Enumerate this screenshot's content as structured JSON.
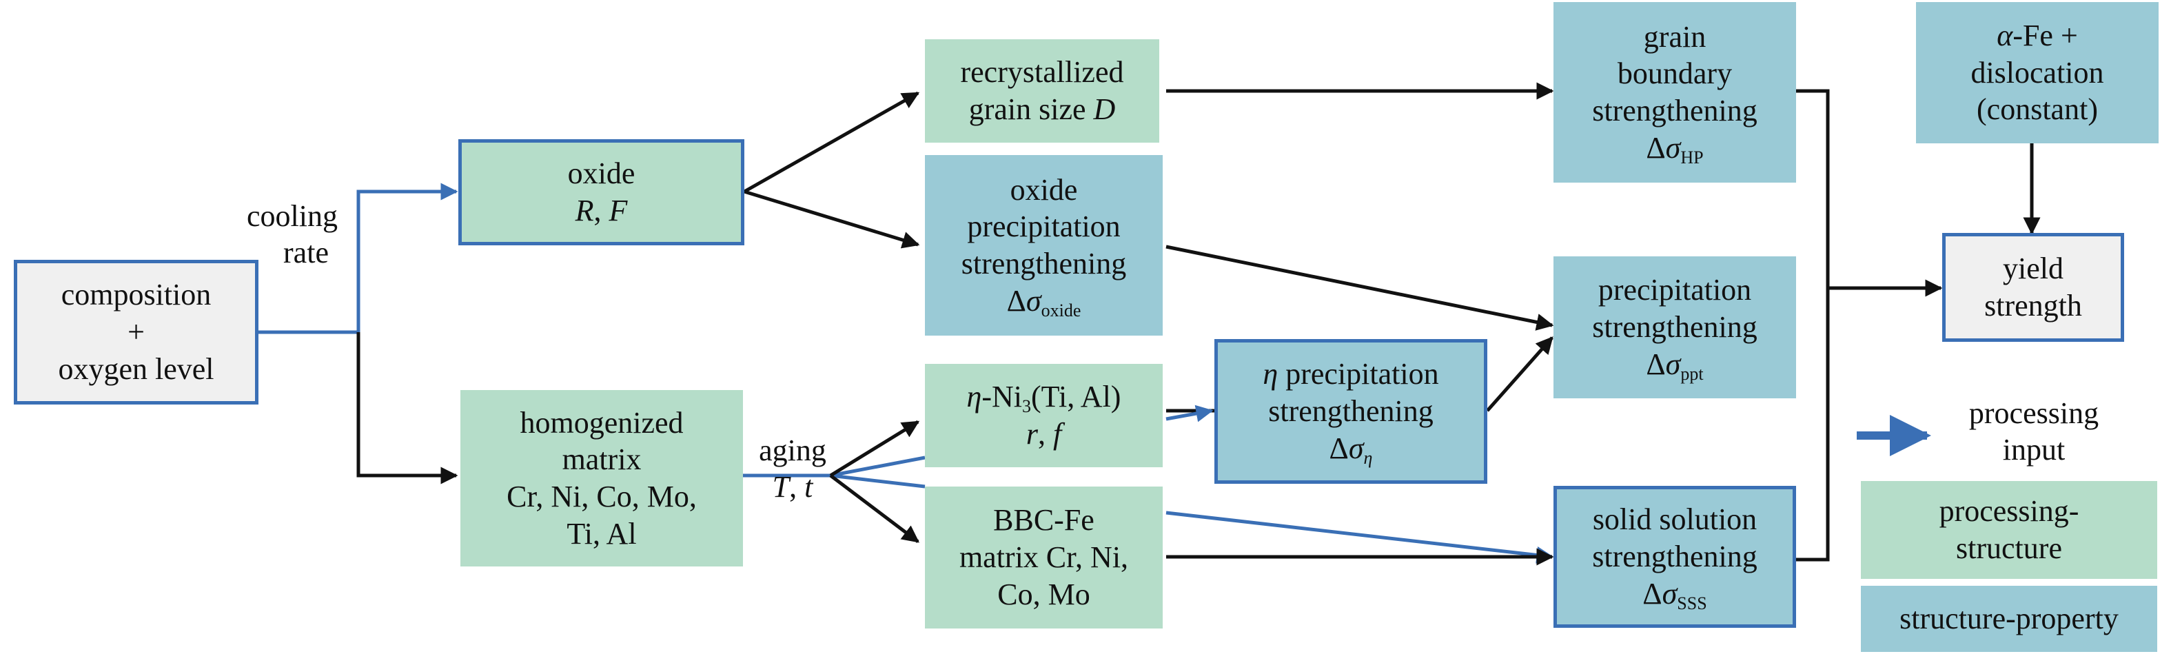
{
  "nodes": {
    "composition": {
      "l1": "composition",
      "l2": "+",
      "l3": "oxygen level"
    },
    "oxide": {
      "l1": "oxide",
      "l2_a": "R",
      "l2_sep": ", ",
      "l2_b": "F"
    },
    "matrix": {
      "l1": "homogenized",
      "l2": "matrix",
      "l3": "Cr, Ni, Co, Mo,",
      "l4": "Ti, Al"
    },
    "grain_size": {
      "l1": "recrystallized",
      "l2_text": "grain size ",
      "l2_var": "D"
    },
    "oxide_strength": {
      "l1": "oxide",
      "l2": "precipitation",
      "l3": "strengthening",
      "l4_delta": "Δ",
      "l4_sigma": "σ",
      "l4_sub": "oxide"
    },
    "eta": {
      "l1_var": "η",
      "l1_a": "-Ni",
      "l1_sub": "3",
      "l1_b": "(Ti, Al)",
      "l2_a": "r",
      "l2_sep": ", ",
      "l2_b": "f"
    },
    "bcc": {
      "l1": "BBC-Fe",
      "l2": "matrix Cr, Ni,",
      "l3": "Co, Mo"
    },
    "eta_strength": {
      "l1_var": "η",
      "l1_text": " precipitation",
      "l2": "strengthening",
      "l3_delta": "Δ",
      "l3_sigma": "σ",
      "l3_sub": "η"
    },
    "grain_boundary": {
      "l1": "grain",
      "l2": "boundary",
      "l3": "strengthening",
      "l4_delta": "Δ",
      "l4_sigma": "σ",
      "l4_sub": "HP"
    },
    "precipitation": {
      "l1": "precipitation",
      "l2": "strengthening",
      "l3_delta": "Δ",
      "l3_sigma": "σ",
      "l3_sub": "ppt"
    },
    "solid_solution": {
      "l1": "solid solution",
      "l2": "strengthening",
      "l3_delta": "Δ",
      "l3_sigma": "σ",
      "l3_sub": "SSS"
    },
    "alpha_fe": {
      "l1_var": "α",
      "l1_text": "-Fe +",
      "l2": "dislocation",
      "l3": "(constant)"
    },
    "yield": {
      "l1": "yield",
      "l2": "strength"
    }
  },
  "edge_labels": {
    "cooling": {
      "l1": "cooling",
      "l2": "rate"
    },
    "aging": {
      "l1": "aging",
      "l2_a": "T",
      "l2_sep": ", ",
      "l2_b": "t"
    }
  },
  "legend": {
    "processing_input": {
      "l1": "processing",
      "l2": "input"
    },
    "processing_structure": {
      "l1": "processing-",
      "l2": "structure"
    },
    "structure_property": {
      "l1": "structure-property"
    }
  },
  "colors": {
    "processing_structure": "#b5ddc9",
    "structure_property": "#9acad6",
    "processing_input_arrow": "#3a6fb5",
    "structure_arrow": "#111111"
  }
}
